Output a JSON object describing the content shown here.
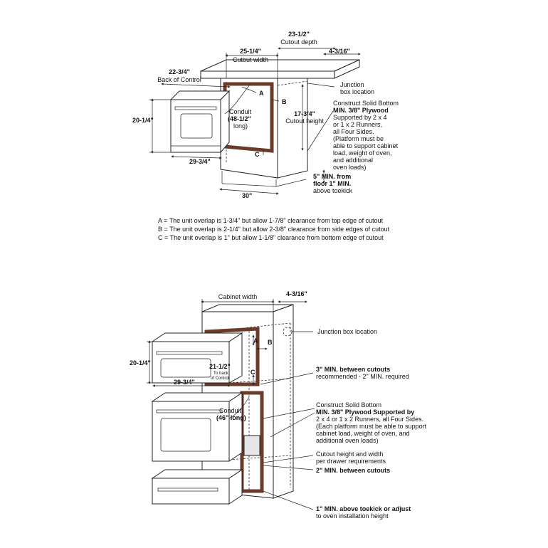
{
  "top": {
    "depth_value": "23-1/2\"",
    "depth_label": "Cutout depth",
    "offset_value": "4-3/16\"",
    "width_value": "25-1/4\"",
    "width_label": "Cutout width",
    "back_value": "22-3/4\"",
    "back_label": "Back of Control",
    "junction_1": "Junction",
    "junction_2": "box location",
    "marker_a": "A",
    "marker_b": "B",
    "marker_c": "C",
    "height_value": "20-1/4\"",
    "conduit_1": "Conduit",
    "conduit_2": "(48-1/2\"",
    "conduit_3": "long)",
    "cutout_h_value": "17-3/4\"",
    "cutout_h_label": "Cutout height",
    "oven_depth": "29-3/4\"",
    "cab_width": "30\"",
    "bottom_lines": [
      "Construct Solid Bottom",
      "MIN. 3/8\" Plywood",
      "Supported by 2 x 4",
      "or 1 x 2 Runners,",
      "all Four Sides.",
      "(Platform must be",
      "able to support cabinet",
      "load, weight of oven,",
      "and additional",
      "oven loads)"
    ],
    "min_1": "5\" MIN. from",
    "min_2": "floor 1\" MIN.",
    "min_3": "above toekick"
  },
  "notes": [
    "A = The unit overlap is 1-3/4\" but allow 1-7/8\" clearance from top edge of cutout",
    "B = The unit overlap is 2-1/4\" but allow 2-3/8\" clearance from side edges of cutout",
    "C = The unit overlap is 1\" but allow 1-1/8\" clearance from bottom edge of cutout"
  ],
  "bottom": {
    "cabinet_width": "Cabinet width",
    "offset_value": "4-3/16\"",
    "junction": "Junction box location",
    "marker_a": "A",
    "marker_b": "B",
    "marker_c": "C",
    "height_value": "20-1/4\"",
    "depth_value": "21-1/2\"",
    "depth_label_1": "To back",
    "depth_label_2": "of Control",
    "oven_depth": "29-3/4\"",
    "conduit_1": "Conduit",
    "conduit_2": "(46\" long)",
    "cut_1": "3\" MIN. between cutouts",
    "cut_2": "recommended - 2\" MIN. required",
    "platform_lines": [
      "Construct Solid Bottom",
      "MIN. 3/8\" Plywood Supported by",
      "2 x 4 or 1 x 2 Runners, all Four Sides.",
      "(Each platform must be able to support",
      "cabinet load, weight of oven, and",
      "additional oven loads)"
    ],
    "req_1": "Cutout height and width",
    "req_2": "per drawer requirements",
    "between": "2\" MIN. between cutouts",
    "toe_1": "1\" MIN. above toekick or adjust",
    "toe_2": "to oven installation height"
  }
}
